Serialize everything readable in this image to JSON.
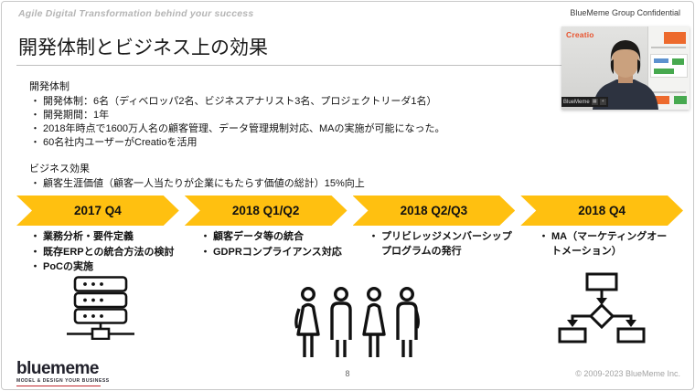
{
  "header": {
    "tagline": "Agile Digital Transformation behind your success",
    "confidential": "BlueMeme Group Confidential"
  },
  "title": "開発体制とビジネス上の効果",
  "sections": {
    "dev": {
      "heading": "開発体制",
      "bullets": [
        "開発体制：6名（ディベロッパ2名、ビジネスアナリスト3名、プロジェクトリーダ1名）",
        "開発期間：1年",
        "2018年時点で1600万人名の顧客管理、データ管理規制対応、MAの実施が可能になった。",
        "60名社内ユーザーがCreatioを活用"
      ]
    },
    "biz": {
      "heading": "ビジネス効果",
      "bullets": [
        "顧客生涯価値（顧客一人当たりが企業にもたらす価値の総計）15%向上"
      ]
    }
  },
  "timeline": {
    "arrow_color": "#FFC010",
    "stages": [
      {
        "label": "2017 Q4",
        "bullets": [
          "業務分析・要件定義",
          "既存ERPとの統合方法の検討",
          "PoCの実施"
        ],
        "icon": "server-rack-icon"
      },
      {
        "label": "2018 Q1/Q2",
        "bullets": [
          "顧客データ等の統合",
          "GDPRコンプライアンス対応"
        ],
        "icon": "people-group-icon"
      },
      {
        "label": "2018 Q2/Q3",
        "bullets": [
          "プリビレッジメンバーシップ プログラムの発行"
        ],
        "icon": "people-group-icon"
      },
      {
        "label": "2018 Q4",
        "bullets": [
          "MA（マーケティングオートメーション）"
        ],
        "icon": "flowchart-icon"
      }
    ]
  },
  "webcam": {
    "brand": "Creatio",
    "brand_color": "#E8532E",
    "name_tag": "BlueMeme",
    "icons": [
      "grid-icon",
      "pin-icon"
    ]
  },
  "footer": {
    "logo": "bluememe",
    "logo_tagline": "MODEL & DESIGN YOUR BUSINESS",
    "page_number": "8",
    "copyright": "© 2009-2023 BlueMeme Inc."
  }
}
